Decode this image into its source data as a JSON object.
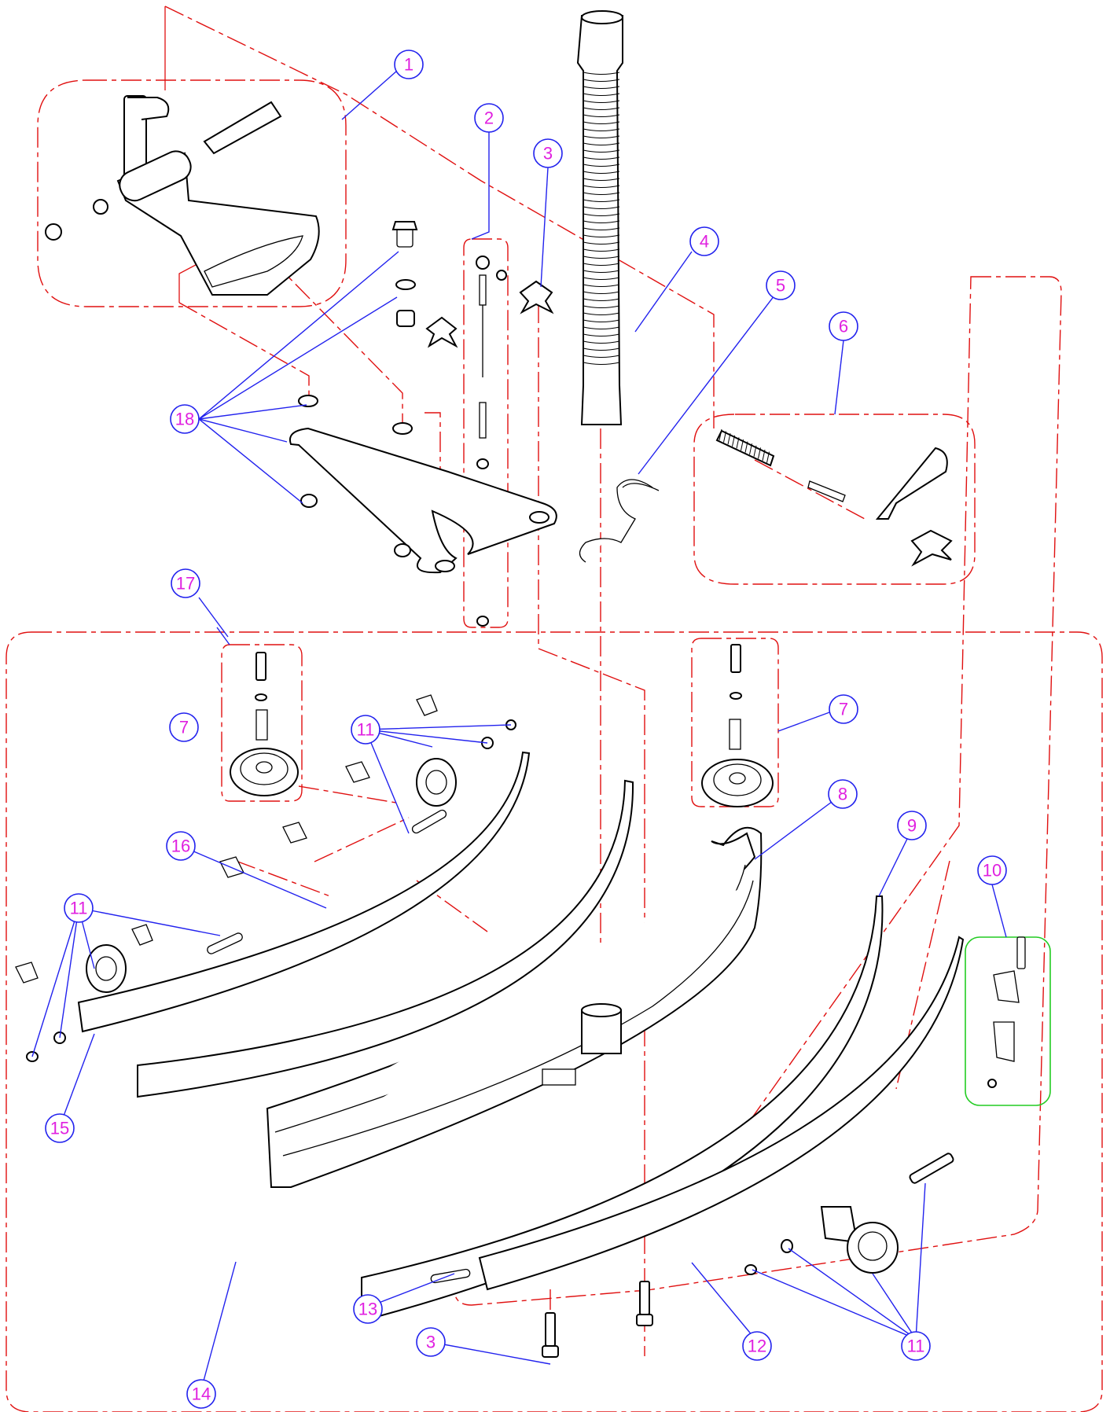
{
  "diagram": {
    "callouts": [
      {
        "id": "c1",
        "label": "1"
      },
      {
        "id": "c2",
        "label": "2"
      },
      {
        "id": "c3a",
        "label": "3"
      },
      {
        "id": "c4",
        "label": "4"
      },
      {
        "id": "c5",
        "label": "5"
      },
      {
        "id": "c6",
        "label": "6"
      },
      {
        "id": "c7a",
        "label": "7"
      },
      {
        "id": "c7b",
        "label": "7"
      },
      {
        "id": "c8",
        "label": "8"
      },
      {
        "id": "c9",
        "label": "9"
      },
      {
        "id": "c10",
        "label": "10"
      },
      {
        "id": "c11a",
        "label": "11"
      },
      {
        "id": "c11b",
        "label": "11"
      },
      {
        "id": "c11c",
        "label": "11"
      },
      {
        "id": "c12",
        "label": "12"
      },
      {
        "id": "c13",
        "label": "13"
      },
      {
        "id": "c14",
        "label": "14"
      },
      {
        "id": "c15",
        "label": "15"
      },
      {
        "id": "c16",
        "label": "16"
      },
      {
        "id": "c17",
        "label": "17"
      },
      {
        "id": "c18",
        "label": "18"
      },
      {
        "id": "c3b",
        "label": "3"
      }
    ],
    "colors": {
      "outline": "#000000",
      "dash_line": "#e01010",
      "leader": "#2222ee",
      "callout_text": "#e020e0",
      "highlight_box": "#22cc22"
    }
  }
}
